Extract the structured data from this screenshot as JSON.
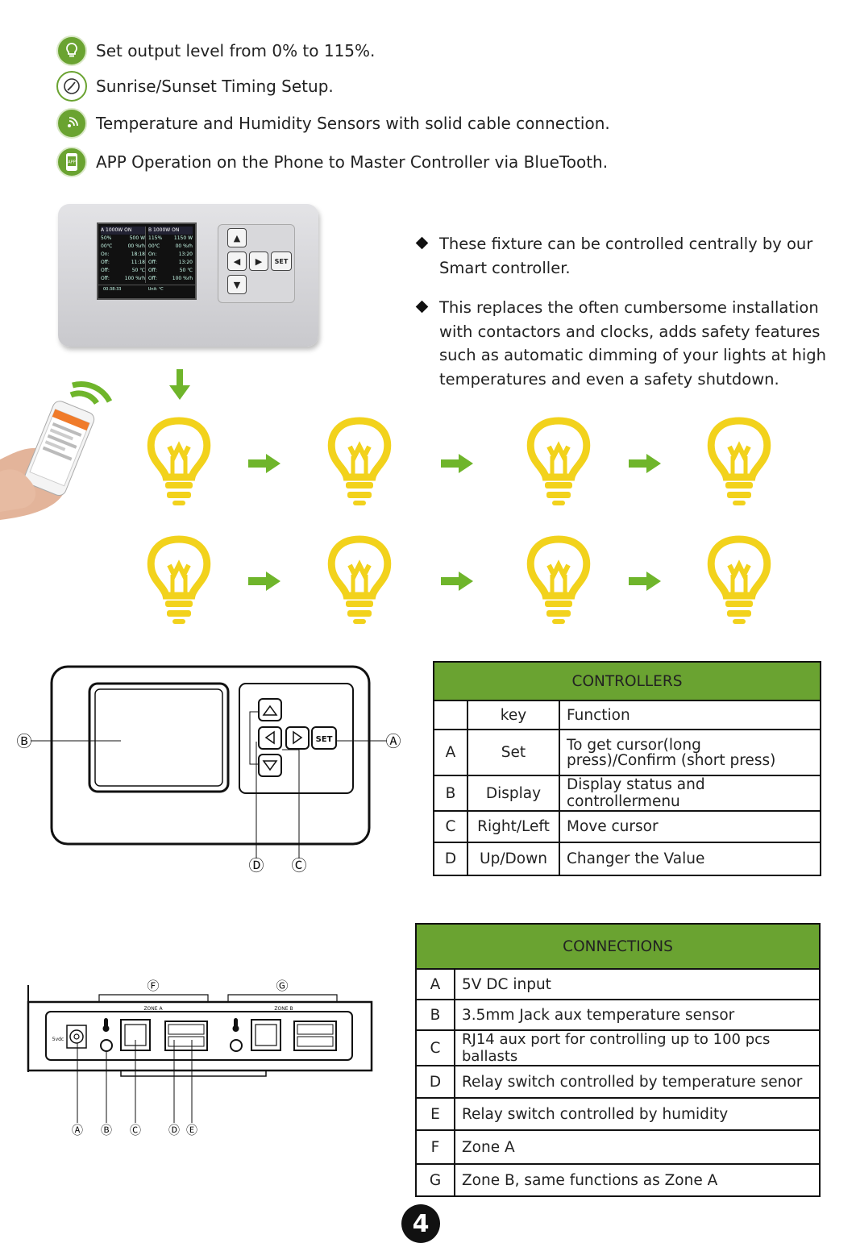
{
  "features": [
    {
      "icon": "lightbulb-icon",
      "text": "Set output level from 0% to 115%."
    },
    {
      "icon": "clock-icon",
      "text": "Sunrise/Sunset Timing Setup."
    },
    {
      "icon": "sensor-icon",
      "text": "Temperature and Humidity Sensors with solid cable connection."
    },
    {
      "icon": "phone-app-icon",
      "text": "APP Operation on the Phone to Master Controller via BlueTooth."
    }
  ],
  "bullets": [
    "These fixture can be controlled centrally by our Smart  controller.",
    "This replaces the often cumbersome installation with contactors and clocks,  adds safety features such as automatic dimming of your lights at high temperatures and even a safety shutdown."
  ],
  "device_screen": {
    "left_header": "A 1000W    ON",
    "right_header": "B 1000W    ON",
    "rows": [
      [
        "50%",
        "500 W",
        "115%",
        "1150 W"
      ],
      [
        "00℃",
        "00 %rh",
        "00℃",
        "00 %rh"
      ],
      [
        "On:",
        "18:18",
        "On:",
        "13:20"
      ],
      [
        "Off:",
        "11:18",
        "Off:",
        "13:20"
      ],
      [
        "Off:",
        "50 ℃",
        "Off:",
        "50 ℃"
      ],
      [
        "Off:",
        "100 %rh",
        "Off:",
        "100 %rh"
      ]
    ],
    "footer_left": "00:38:33",
    "footer_mid": "Unit: ℃"
  },
  "set_label": "SET",
  "diagram_labels": {
    "A": "Ⓐ",
    "B": "Ⓑ",
    "C": "Ⓒ",
    "D": "Ⓓ",
    "E": "Ⓔ",
    "F": "Ⓕ",
    "G": "Ⓖ"
  },
  "back_panel": {
    "power_label": "5vdc",
    "zone_a": "ZONE A",
    "zone_b": "ZONE B"
  },
  "controllers": {
    "title": "CONTROLLERS",
    "col_key": "key",
    "col_function": "Function",
    "rows": [
      {
        "id": "A",
        "key": "Set",
        "function": "To get cursor(long press)/Confirm (short press)"
      },
      {
        "id": "B",
        "key": "Display",
        "function": "Display status and controllermenu"
      },
      {
        "id": "C",
        "key": "Right/Left",
        "function": "Move cursor"
      },
      {
        "id": "D",
        "key": "Up/Down",
        "function": "Changer the Value"
      }
    ]
  },
  "connections": {
    "title": "CONNECTIONS",
    "rows": [
      {
        "id": "A",
        "text": "5V DC input"
      },
      {
        "id": "B",
        "text": "3.5mm Jack aux temperature sensor"
      },
      {
        "id": "C",
        "text": "RJ14 aux port for controlling up to 100 pcs ballasts"
      },
      {
        "id": "D",
        "text": "Relay switch controlled by temperature senor"
      },
      {
        "id": "E",
        "text": "Relay switch controlled by humidity"
      },
      {
        "id": "F",
        "text": "Zone A"
      },
      {
        "id": "G",
        "text": "Zone B,  same functions as Zone A"
      }
    ]
  },
  "page_number": "4",
  "colors": {
    "accent_green": "#6aa331",
    "bulb_yellow": "#f2d21c",
    "arrow_green": "#6fb52b"
  }
}
